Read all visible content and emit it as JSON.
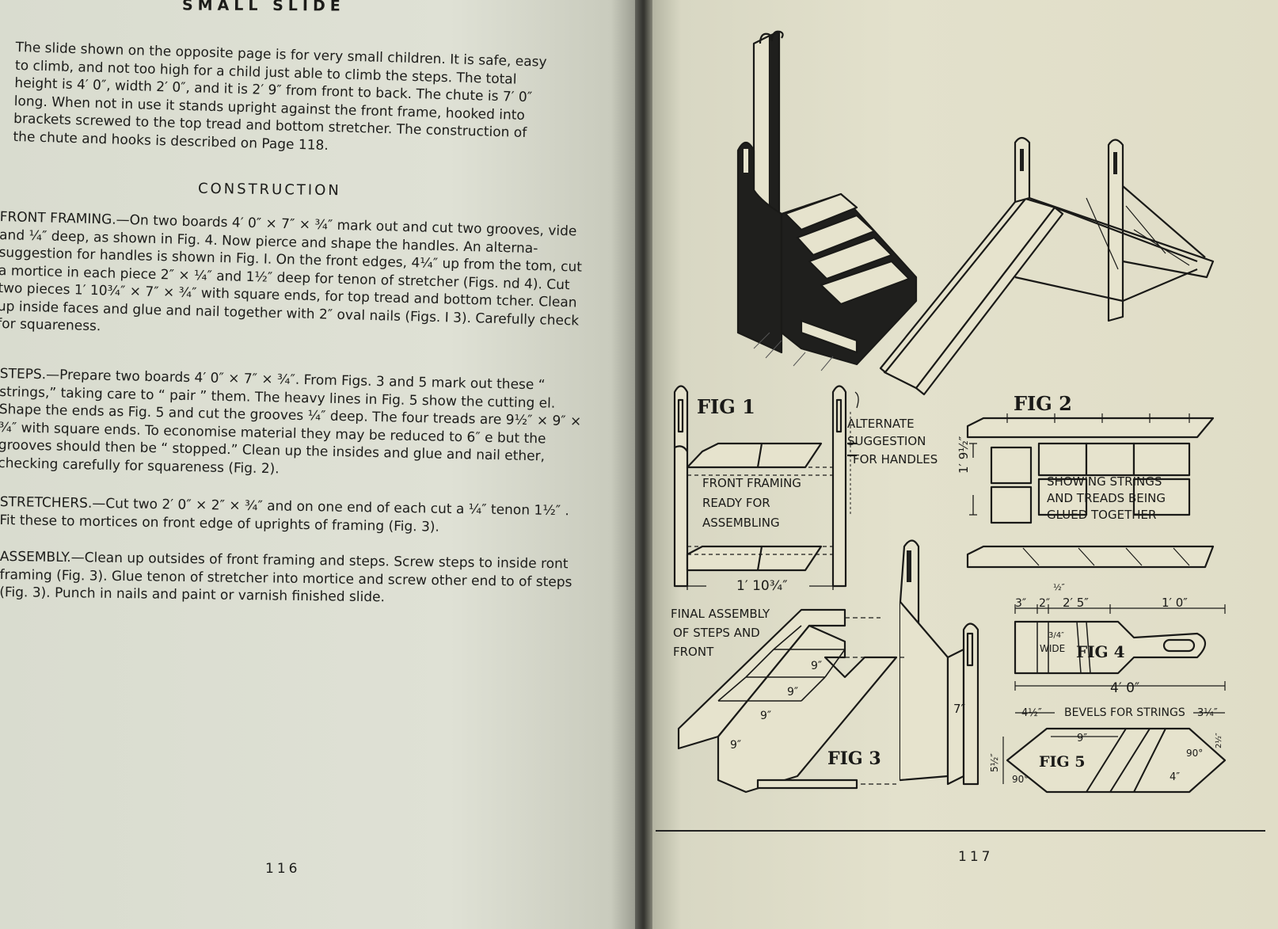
{
  "left_page": {
    "title": "SMALL SLIDE",
    "intro": "The slide shown on the opposite page is for very small children.  It is safe, easy to climb, and not too high for a child just able to climb the steps.  The total height is 4′ 0″, width 2′ 0″, and it is 2′ 9″ from front to back.  The chute is 7′ 0″ long.  When not in use it stands upright against the front frame, hooked into brackets screwed to the top tread and bottom stretcher.  The construction of the chute and hooks is described on Page 118.",
    "section_heading": "CONSTRUCTION",
    "paragraphs": [
      {
        "label": "FRONT FRAMING.",
        "text": "—On two boards 4′ 0″ × 7″ × ¾″ mark out and cut two grooves, vide and ¼″ deep, as shown in Fig. 4.  Now pierce and shape the handles.  An alterna- suggestion for handles is shown in Fig. I.  On the front edges, 4¼″ up from the tom, cut a mortice in each piece 2″ × ¼″ and 1½″ deep for tenon of stretcher (Figs. nd 4).  Cut two pieces 1′ 10¾″ × 7″ × ¾″ with square ends, for top tread and bottom tcher.  Clean up inside faces and glue and nail together with 2″ oval nails (Figs. I 3).  Carefully check for squareness."
      },
      {
        "label": "STEPS.",
        "text": "—Prepare two boards 4′ 0″ × 7″ × ¾″.  From Figs. 3 and 5 mark out these “ strings,” taking care to “ pair ” them.  The heavy lines in Fig. 5 show the cutting el.  Shape the ends as Fig. 5 and cut the grooves ¼″ deep.  The four treads are 9½″ × 9″ × ¾″ with square ends.  To economise material they may be reduced to 6″ e but the grooves should then be “ stopped.”  Clean up the insides and glue and nail ether, checking carefully for squareness (Fig. 2)."
      },
      {
        "label": "STRETCHERS.",
        "text": "—Cut two 2′ 0″ × 2″ × ¾″ and on one end of each cut a ¼″ tenon 1½″ .  Fit these to mortices on front edge of uprights of framing (Fig. 3)."
      },
      {
        "label": "ASSEMBLY.",
        "text": "—Clean up outsides of front framing and steps.  Screw steps to inside ront framing (Fig. 3).  Glue tenon of stretcher into mortice and screw other end to of steps (Fig. 3).  Punch in nails and paint or varnish finished slide."
      }
    ],
    "page_number": "116"
  },
  "right_page": {
    "page_number": "117",
    "figures": {
      "fig1": {
        "title": "FIG 1",
        "caption_lines": [
          "FRONT FRAMING",
          "READY FOR",
          "ASSEMBLING"
        ],
        "dimension": "1′ 10¾″",
        "alt_note_lines": [
          "ALTERNATE",
          "SUGGESTION",
          "FOR HANDLES"
        ]
      },
      "fig2": {
        "title": "FIG 2",
        "caption_lines": [
          "SHOWING STRINGS",
          "AND TREADS BEING",
          "GLUED TOGETHER"
        ],
        "dimension": "1′ 9½″"
      },
      "fig3": {
        "title": "FIG 3",
        "caption_lines": [
          "FINAL ASSEMBLY",
          "OF STEPS AND",
          "FRONT"
        ],
        "dims": [
          "9″",
          "9″",
          "9″",
          "9″",
          "7″"
        ]
      },
      "fig4": {
        "title": "FIG 4",
        "dims_top": [
          "3″",
          "2″",
          "2′ 5″",
          "1′ 0″"
        ],
        "top_small": "½″",
        "wide_label": "WIDE",
        "wide_dim": "3/4″",
        "overall": "4′ 0″"
      },
      "fig5": {
        "title": "FIG 5",
        "heading": "BEVELS FOR STRINGS",
        "dims": [
          "4½″",
          "3¼″",
          "9″",
          "5½″",
          "4″",
          "2½″"
        ],
        "angles": [
          "90°",
          "90°"
        ]
      }
    }
  }
}
